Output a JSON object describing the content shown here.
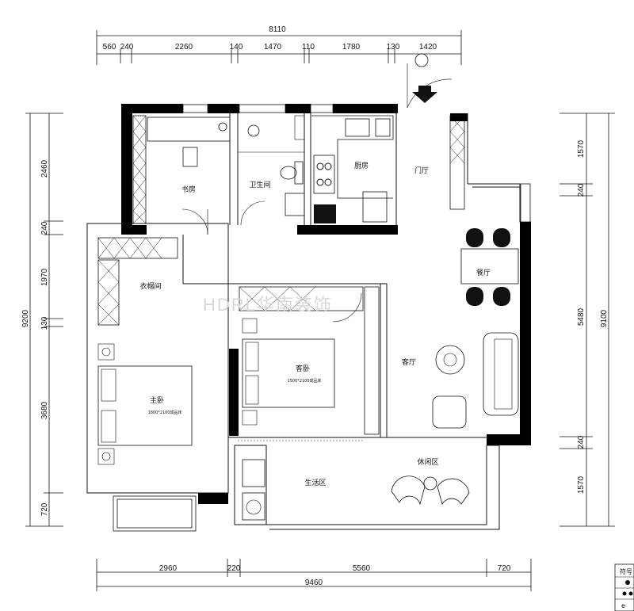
{
  "dimensions": {
    "top_total": "8110",
    "top_segments": [
      "560",
      "240",
      "2260",
      "140",
      "1470",
      "110",
      "1780",
      "130",
      "1420"
    ],
    "bottom_segments": [
      "2960",
      "220",
      "5560",
      "720"
    ],
    "bottom_total": "9460",
    "left_total": "9200",
    "left_segments": [
      "2460",
      "240",
      "1970",
      "130",
      "3680",
      "720"
    ],
    "right_total": "9100",
    "right_segments": [
      "1570",
      "240",
      "5480",
      "240",
      "1570"
    ]
  },
  "rooms": {
    "study": "书房",
    "bathroom": "卫生间",
    "kitchen": "厨房",
    "entrance": "门厅",
    "dining": "餐厅",
    "cloakroom": "衣帽间",
    "master_bedroom": "主卧",
    "guest_bedroom": "客卧",
    "living_room": "客厅",
    "leisure_area": "休闲区",
    "utility_area": "生活区"
  },
  "beds": {
    "master_bed": "1800*2100成品床",
    "guest_bed": "1500*2100成品床"
  },
  "watermark": "HDRL华南装饰",
  "legend": {
    "title": "符号",
    "row3": "e"
  }
}
